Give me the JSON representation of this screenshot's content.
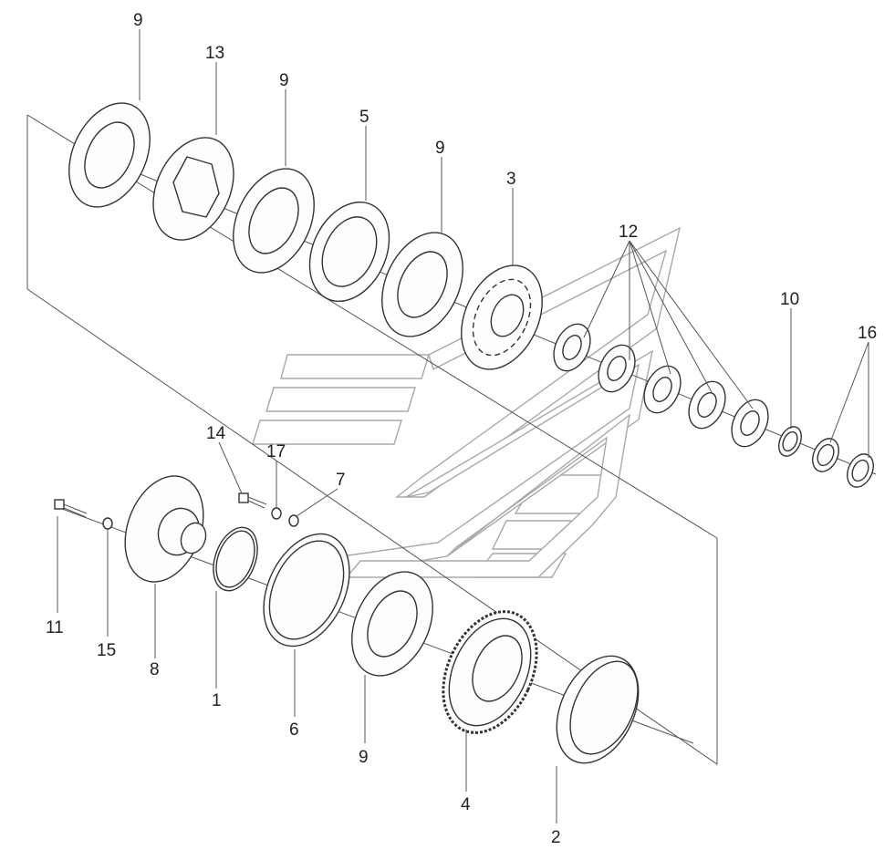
{
  "callouts": {
    "c9a": "9",
    "c13": "13",
    "c9b": "9",
    "c5": "5",
    "c9c": "9",
    "c3": "3",
    "c12": "12",
    "c10": "10",
    "c16": "16",
    "c14": "14",
    "c17": "17",
    "c7": "7",
    "c11": "11",
    "c15": "15",
    "c8": "8",
    "c1": "1",
    "c6": "6",
    "c9d": "9",
    "c4": "4",
    "c2": "2"
  }
}
